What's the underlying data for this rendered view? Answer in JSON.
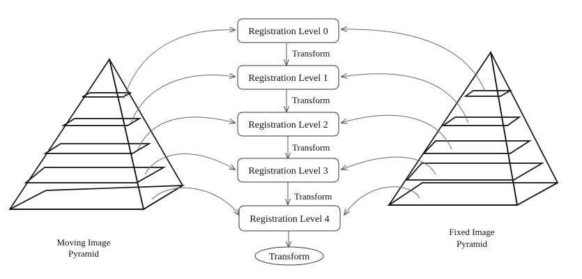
{
  "levels": [
    "Registration Level 0",
    "Registration Level 1",
    "Registration Level 2",
    "Registration Level 3",
    "Registration Level 4"
  ],
  "transform_labels": [
    "Transform",
    "Transform",
    "Transform",
    "Transform"
  ],
  "final_output": "Transform",
  "moving_pyramid": {
    "line1": "Moving Image",
    "line2": "Pyramid"
  },
  "fixed_pyramid": {
    "line1": "Fixed Image",
    "line2": "Pyramid"
  }
}
